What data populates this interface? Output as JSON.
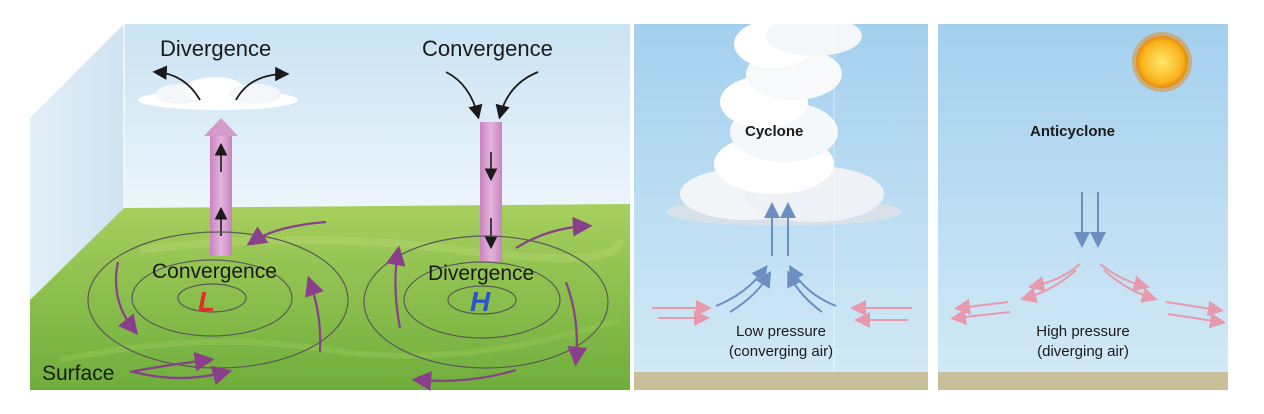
{
  "panel1": {
    "divergence_top": "Divergence",
    "convergence_top": "Convergence",
    "convergence_surface": "Convergence",
    "divergence_surface": "Divergence",
    "low_letter": "L",
    "high_letter": "H",
    "surface_label": "Surface"
  },
  "panel2": {
    "title": "Cyclone",
    "pressure_line1": "Low pressure",
    "pressure_line2": "(converging air)"
  },
  "panel3": {
    "title": "Anticyclone",
    "pressure_line1": "High pressure",
    "pressure_line2": "(diverging air)"
  },
  "colors": {
    "sky_top": "#dfeef8",
    "sky_panel": "#a9d3ee",
    "ground": "#7fb84a",
    "ground_strip": "#c9bf98",
    "column": "#d49acb",
    "purple_arrow": "#8a3f8a",
    "low_letter": "#e0302a",
    "high_letter": "#2a55c8",
    "blue_arrow": "#6a8fc0",
    "pink_arrow": "#e79aac"
  }
}
